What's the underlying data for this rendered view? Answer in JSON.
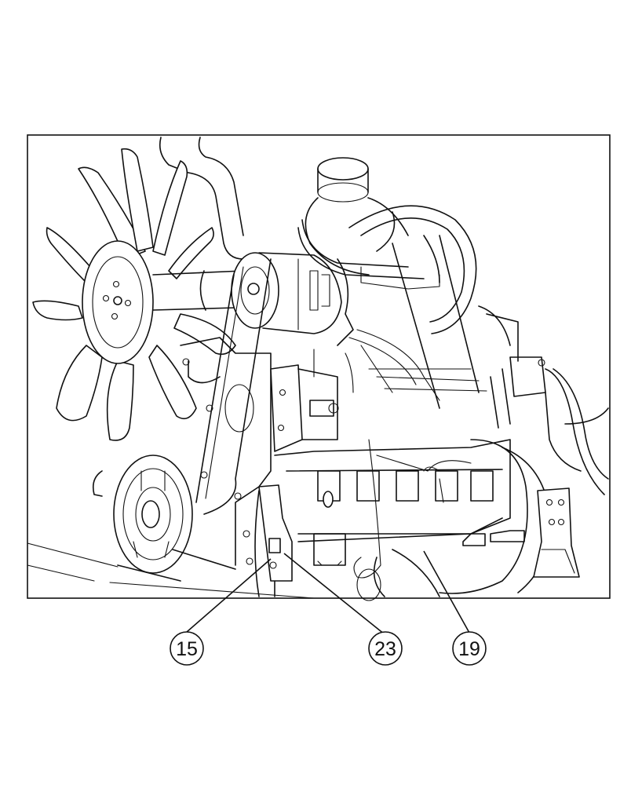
{
  "callouts": [
    {
      "id": "callout-15",
      "label": "15"
    },
    {
      "id": "callout-23",
      "label": "23"
    },
    {
      "id": "callout-19",
      "label": "19"
    }
  ]
}
